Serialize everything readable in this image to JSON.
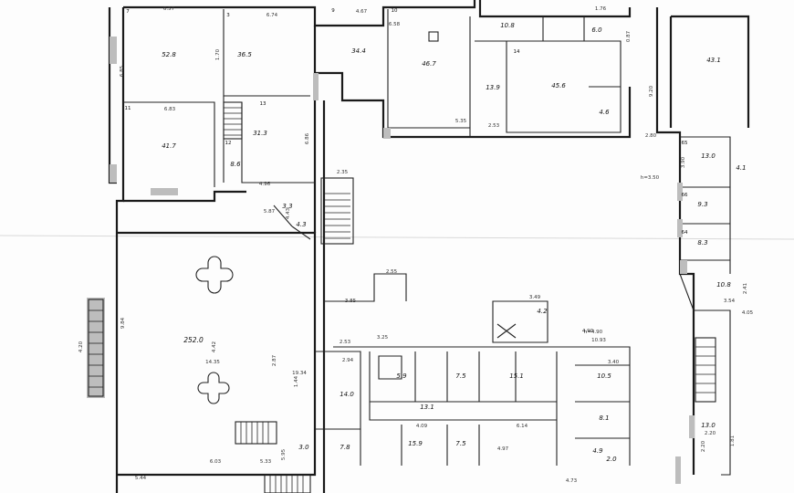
{
  "plan": {
    "room_areas": [
      {
        "id": "r1",
        "area": "52.8",
        "num": "7"
      },
      {
        "id": "r2",
        "area": "36.5",
        "num": "3"
      },
      {
        "id": "r3",
        "area": "34.4",
        "num": "9"
      },
      {
        "id": "r4",
        "area": "46.7",
        "num": "10"
      },
      {
        "id": "r5",
        "area": "10.8",
        "num": ""
      },
      {
        "id": "r6",
        "area": "6.0",
        "num": ""
      },
      {
        "id": "r7",
        "area": "43.1",
        "num": ""
      },
      {
        "id": "r8",
        "area": "13.9",
        "num": ""
      },
      {
        "id": "r9",
        "area": "45.6",
        "num": "14"
      },
      {
        "id": "r10",
        "area": "4.6",
        "num": ""
      },
      {
        "id": "r11",
        "area": "41.7",
        "num": "11"
      },
      {
        "id": "r12",
        "area": "31.3",
        "num": "13"
      },
      {
        "id": "r13",
        "area": "8.6",
        "num": "12"
      },
      {
        "id": "r14",
        "area": "13.0",
        "num": "65"
      },
      {
        "id": "r15",
        "area": "4.1",
        "num": ""
      },
      {
        "id": "r16",
        "area": "9.3",
        "num": "66"
      },
      {
        "id": "r17",
        "area": "8.3",
        "num": "64"
      },
      {
        "id": "r18",
        "area": "3.3",
        "num": ""
      },
      {
        "id": "r19",
        "area": "4.3",
        "num": ""
      },
      {
        "id": "r20",
        "area": "252.0",
        "num": ""
      },
      {
        "id": "r21",
        "area": "10.8",
        "num": ""
      },
      {
        "id": "r22",
        "area": "5.9",
        "num": ""
      },
      {
        "id": "r23",
        "area": "7.5",
        "num": ""
      },
      {
        "id": "r24",
        "area": "15.1",
        "num": ""
      },
      {
        "id": "r25",
        "area": "10.5",
        "num": ""
      },
      {
        "id": "r26",
        "area": "13.1",
        "num": ""
      },
      {
        "id": "r27",
        "area": "14.0",
        "num": ""
      },
      {
        "id": "r28",
        "area": "8.1",
        "num": ""
      },
      {
        "id": "r29",
        "area": "15.9",
        "num": ""
      },
      {
        "id": "r30",
        "area": "7.5",
        "num": ""
      },
      {
        "id": "r31",
        "area": "4.9",
        "num": ""
      },
      {
        "id": "r32",
        "area": "2.0",
        "num": ""
      },
      {
        "id": "r33",
        "area": "13.0",
        "num": ""
      },
      {
        "id": "r34",
        "area": "4.2",
        "num": ""
      },
      {
        "id": "r35",
        "area": "7.8",
        "num": ""
      },
      {
        "id": "r36",
        "area": "3.0",
        "num": ""
      }
    ],
    "dimensions": [
      "6.57",
      "6.74",
      "4.67",
      "6.58",
      "6.85",
      "1.70",
      "1.76",
      "0.87",
      "9.20",
      "6.83",
      "5.35",
      "2.53",
      "4.96",
      "2.35",
      "6.86",
      "5.87",
      "4.43",
      "4.90",
      "3.25",
      "2.94",
      "5.44",
      "6.03",
      "5.33",
      "4.20",
      "4.09",
      "6.14",
      "4.97",
      "4.73",
      "2.20",
      "3.54",
      "4.05",
      "3.40",
      "10.93",
      "2.80",
      "3.85",
      "2.53",
      "2.55",
      "3.49",
      "3.90",
      "2.41",
      "14.35",
      "9.84",
      "5.95",
      "19.34",
      "2.20",
      "1.81",
      "1.44",
      "2.87",
      "4.42"
    ],
    "height_marks": [
      "h=3.50",
      "h=4.90"
    ]
  }
}
